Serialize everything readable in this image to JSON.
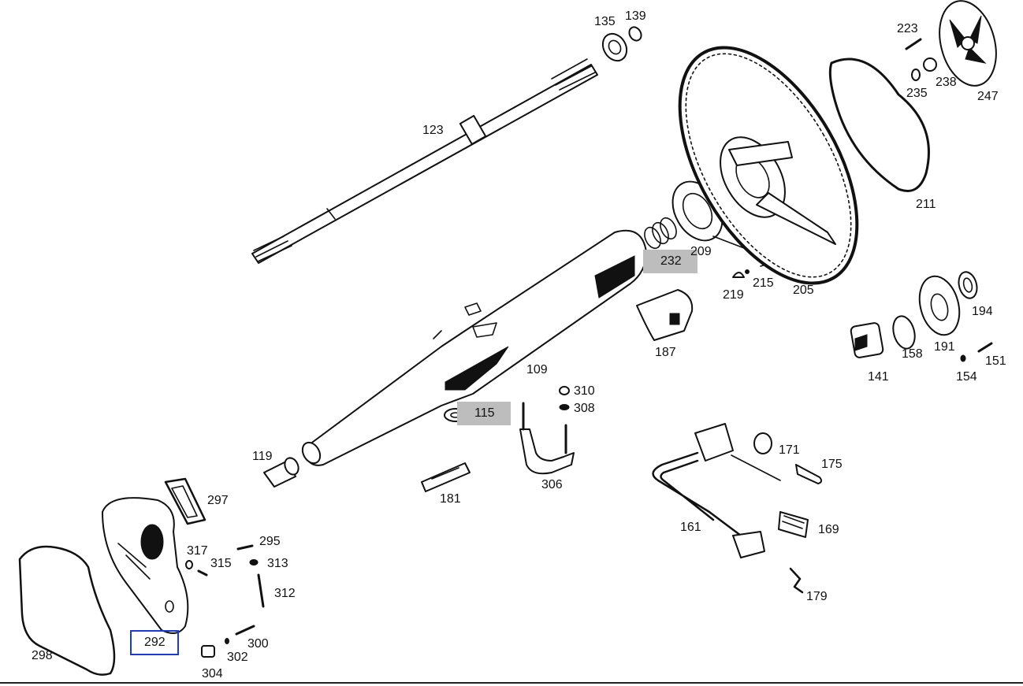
{
  "diagram": {
    "labels": {
      "p135": "135",
      "p139": "139",
      "p123": "123",
      "p223": "223",
      "p238": "238",
      "p235": "235",
      "p247": "247",
      "p211": "211",
      "p232": "232",
      "p209": "209",
      "p215": "215",
      "p219": "219",
      "p205": "205",
      "p194": "194",
      "p191": "191",
      "p158": "158",
      "p141": "141",
      "p154": "154",
      "p151": "151",
      "p187": "187",
      "p109": "109",
      "p310": "310",
      "p308": "308",
      "p115": "115",
      "p306": "306",
      "p171": "171",
      "p175": "175",
      "p119": "119",
      "p181": "181",
      "p161": "161",
      "p169": "169",
      "p179": "179",
      "p297": "297",
      "p317": "317",
      "p295": "295",
      "p315": "315",
      "p313": "313",
      "p312": "312",
      "p300": "300",
      "p302": "302",
      "p304": "304",
      "p292": "292",
      "p298": "298"
    },
    "highlight_color": "#bdbdbd",
    "selection_color": "#1a3ad0"
  }
}
